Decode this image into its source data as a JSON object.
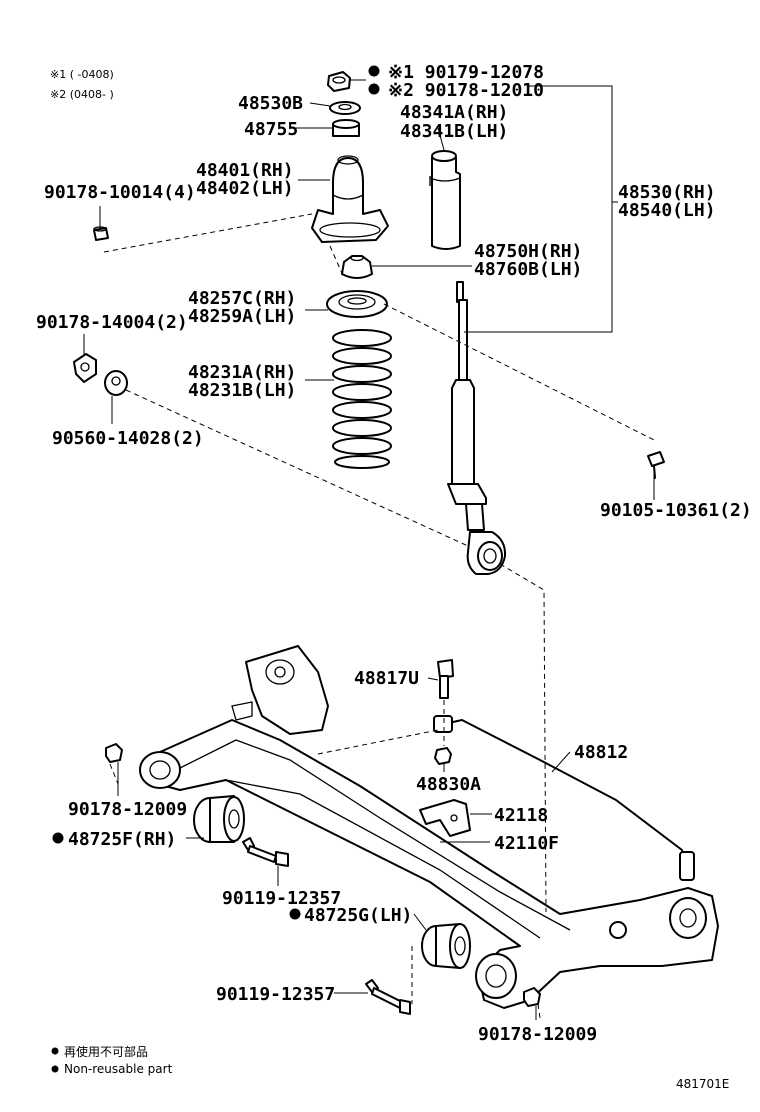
{
  "notes": {
    "n1": "※1 (   -0408)",
    "n2": "※2 (0408-    )"
  },
  "legend": {
    "jp": "再使用不可部品",
    "en": "Non-reusable part"
  },
  "diagram_id": "481701E",
  "parts": {
    "p90179": "※1 90179-12078",
    "p90178_12010": "※2 90178-12010",
    "p48530b": "48530B",
    "p48755": "48755",
    "p48341a": "48341A(RH)",
    "p48341b": "48341B(LH)",
    "p48401": "48401(RH)",
    "p48402": "48402(LH)",
    "p90178_10014": "90178-10014(4)",
    "p48530": "48530(RH)",
    "p48540": "48540(LH)",
    "p48750h": "48750H(RH)",
    "p48760b": "48760B(LH)",
    "p48257c": "48257C(RH)",
    "p48259a": "48259A(LH)",
    "p90178_14004": "90178-14004(2)",
    "p48231a": "48231A(RH)",
    "p48231b": "48231B(LH)",
    "p90560": "90560-14028(2)",
    "p90105": "90105-10361(2)",
    "p48817u": "48817U",
    "p48812": "48812",
    "p48830a": "48830A",
    "p42118": "42118",
    "p42110f": "42110F",
    "p90178_12009a": "90178-12009",
    "p48725f": "48725F(RH)",
    "p90119_a": "90119-12357",
    "p48725g": "48725G(LH)",
    "p90119_b": "90119-12357",
    "p90178_12009b": "90178-12009"
  }
}
